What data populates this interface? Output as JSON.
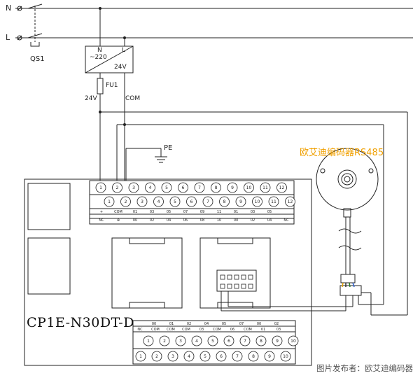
{
  "labels": {
    "n": "N",
    "l": "L",
    "qs1": "QS1",
    "psu_n": "N",
    "psu_l": "L",
    "psu_in": "~220",
    "psu_out": "24V",
    "fu1": "FU1",
    "v24": "24V",
    "com": "COM",
    "pe": "PE",
    "encoder": "欧艾迪编码器RS485",
    "model": "CP1E-N30DT-D",
    "credit": "图片发布者：欧艾迪编码器"
  },
  "upper_terminals": {
    "top_numbers": [
      "1",
      "2",
      "3",
      "4",
      "5",
      "6",
      "7",
      "8",
      "9",
      "10",
      "11",
      "12"
    ],
    "bottom_numbers": [
      "1",
      "2",
      "3",
      "4",
      "5",
      "6",
      "7",
      "8",
      "9",
      "10",
      "11",
      "12"
    ],
    "signals_top": [
      "+",
      "COM",
      "01",
      "03",
      "05",
      "07",
      "09",
      "11",
      "01",
      "03",
      "05"
    ],
    "signals_bottom": [
      "NC",
      "⊕",
      "00",
      "02",
      "04",
      "06",
      "08",
      "10",
      "00",
      "02",
      "04",
      "NC"
    ]
  },
  "lower_terminals": {
    "signals_top": [
      "00",
      "01",
      "02",
      "04",
      "05",
      "07",
      "00",
      "02"
    ],
    "signals_bottom": [
      "NC",
      "COM",
      "COM",
      "COM",
      "03",
      "COM",
      "06",
      "COM",
      "01",
      "03"
    ],
    "top_numbers": [
      "1",
      "2",
      "3",
      "4",
      "5",
      "6",
      "7",
      "8",
      "9",
      "10"
    ],
    "bottom_numbers": [
      "1",
      "2",
      "3",
      "4",
      "5",
      "6",
      "7",
      "8",
      "9",
      "10"
    ]
  },
  "rs485_pins": [
    "",
    "",
    "",
    "",
    ""
  ]
}
